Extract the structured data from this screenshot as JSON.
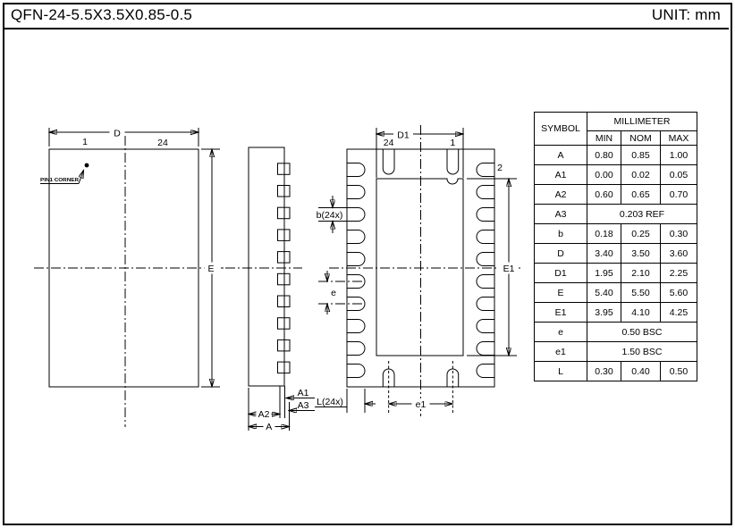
{
  "title_bar": {
    "title": "QFN-24-5.5X3.5X0.85-0.5",
    "unit": "UNIT: mm"
  },
  "drawing": {
    "top_view": {
      "d": "D",
      "e": "E",
      "pin1_num": "1",
      "pin24_num": "24",
      "pin1_corner": "PIN1 CORNER"
    },
    "side_view": {
      "a": "A",
      "a1": "A1",
      "a2": "A2",
      "a3": "A3"
    },
    "bottom_view": {
      "d1": "D1",
      "e1_dim": "E1",
      "pin24_num": "24",
      "pin1_num": "1",
      "pin2_num": "2",
      "b": "b(24x)",
      "e": "e",
      "e1": "e1",
      "l": "L(24x)"
    }
  },
  "table": {
    "symbol_header": "SYMBOL",
    "unit_header": "MILLIMETER",
    "sub_headers": [
      "MIN",
      "NOM",
      "MAX"
    ],
    "rows": [
      {
        "symbol": "A",
        "min": "0.80",
        "nom": "0.85",
        "max": "1.00"
      },
      {
        "symbol": "A1",
        "min": "0.00",
        "nom": "0.02",
        "max": "0.05"
      },
      {
        "symbol": "A2",
        "min": "0.60",
        "nom": "0.65",
        "max": "0.70"
      },
      {
        "symbol": "A3",
        "value": "0.203 REF"
      },
      {
        "symbol": "b",
        "min": "0.18",
        "nom": "0.25",
        "max": "0.30"
      },
      {
        "symbol": "D",
        "min": "3.40",
        "nom": "3.50",
        "max": "3.60"
      },
      {
        "symbol": "D1",
        "min": "1.95",
        "nom": "2.10",
        "max": "2.25"
      },
      {
        "symbol": "E",
        "min": "5.40",
        "nom": "5.50",
        "max": "5.60"
      },
      {
        "symbol": "E1",
        "min": "3.95",
        "nom": "4.10",
        "max": "4.25"
      },
      {
        "symbol": "e",
        "value": "0.50 BSC"
      },
      {
        "symbol": "e1",
        "value": "1.50 BSC"
      },
      {
        "symbol": "L",
        "min": "0.30",
        "nom": "0.40",
        "max": "0.50"
      }
    ]
  }
}
